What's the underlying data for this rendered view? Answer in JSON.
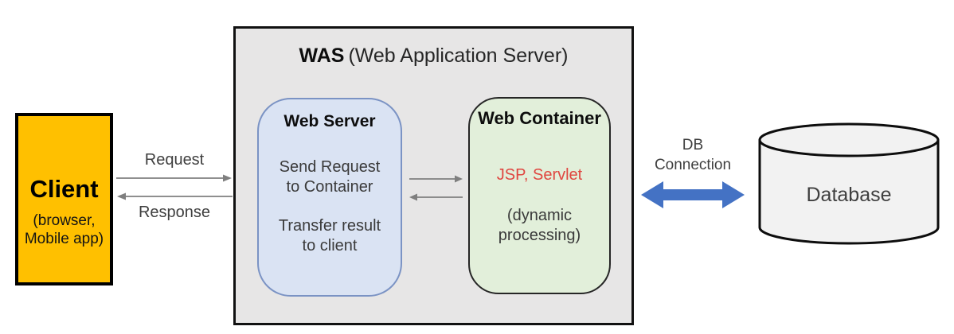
{
  "client": {
    "title": "Client",
    "subtitle": "(browser, Mobile app)"
  },
  "flow": {
    "request": "Request",
    "response": "Response"
  },
  "was": {
    "title": "WAS",
    "title_suffix": "(Web Application Server)",
    "web_server": {
      "title": "Web Server",
      "task1": "Send Request to Container",
      "task2": "Transfer result to client"
    },
    "web_container": {
      "title": "Web Container",
      "tech": "JSP, Servlet",
      "note": "(dynamic processing)"
    }
  },
  "database": {
    "connection_label": "DB Connection",
    "label": "Database"
  },
  "colors": {
    "client_fill": "#FFC000",
    "was_fill": "#E7E6E6",
    "web_server_fill": "#DAE3F3",
    "web_server_border": "#7B93C4",
    "web_container_fill": "#E2EFDA",
    "web_container_border": "#262626",
    "jsp_text_red": "#E04640",
    "db_arrow_blue": "#4472C4",
    "flow_arrow_gray": "#7F7F7F",
    "muted_text": "#3f3f3f",
    "cylinder_fill": "#F2F2F2"
  }
}
